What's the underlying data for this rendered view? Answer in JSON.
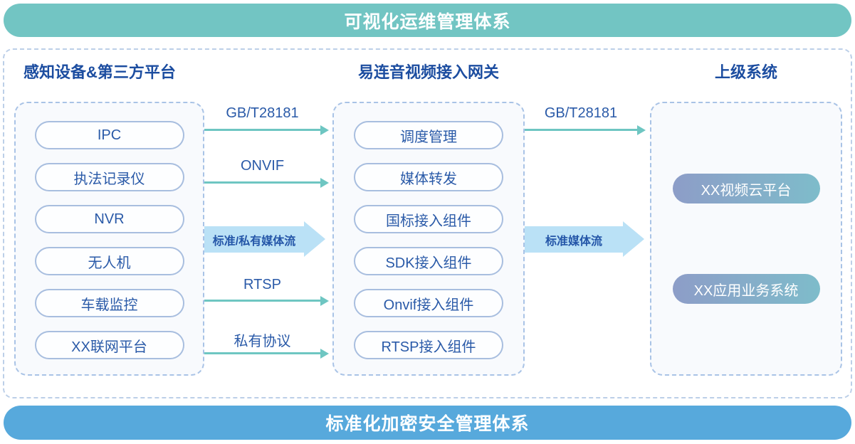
{
  "banners": {
    "top": "可视化运维管理体系",
    "bottom": "标准化加密安全管理体系"
  },
  "columns": {
    "devices": {
      "title": "感知设备&第三方平台",
      "items": [
        "IPC",
        "执法记录仪",
        "NVR",
        "无人机",
        "车载监控",
        "XX联网平台"
      ]
    },
    "gateway": {
      "title": "易连音视频接入网关",
      "items": [
        "调度管理",
        "媒体转发",
        "国标接入组件",
        "SDK接入组件",
        "Onvif接入组件",
        "RTSP接入组件"
      ]
    },
    "upper": {
      "title": "上级系统",
      "items": [
        "XX视频云平台",
        "XX应用业务系统"
      ]
    }
  },
  "flows": {
    "left_to_gateway": [
      "GB/T28181",
      "ONVIF",
      "标准/私有媒体流",
      "RTSP",
      "私有协议"
    ],
    "gateway_to_upper": [
      "GB/T28181",
      "标准媒体流"
    ]
  },
  "colors": {
    "top_banner": "#72C5C3",
    "bottom_banner": "#57A9DC",
    "arrow_teal": "#6EC6C2",
    "big_arrow_fill": "#BAE1F6",
    "pill_border": "#A8BEDF",
    "text_blue": "#2A5AA8",
    "header_blue": "#1C4DA0",
    "gradient_start": "#8D9DC8",
    "gradient_end": "#7EBCCA"
  }
}
